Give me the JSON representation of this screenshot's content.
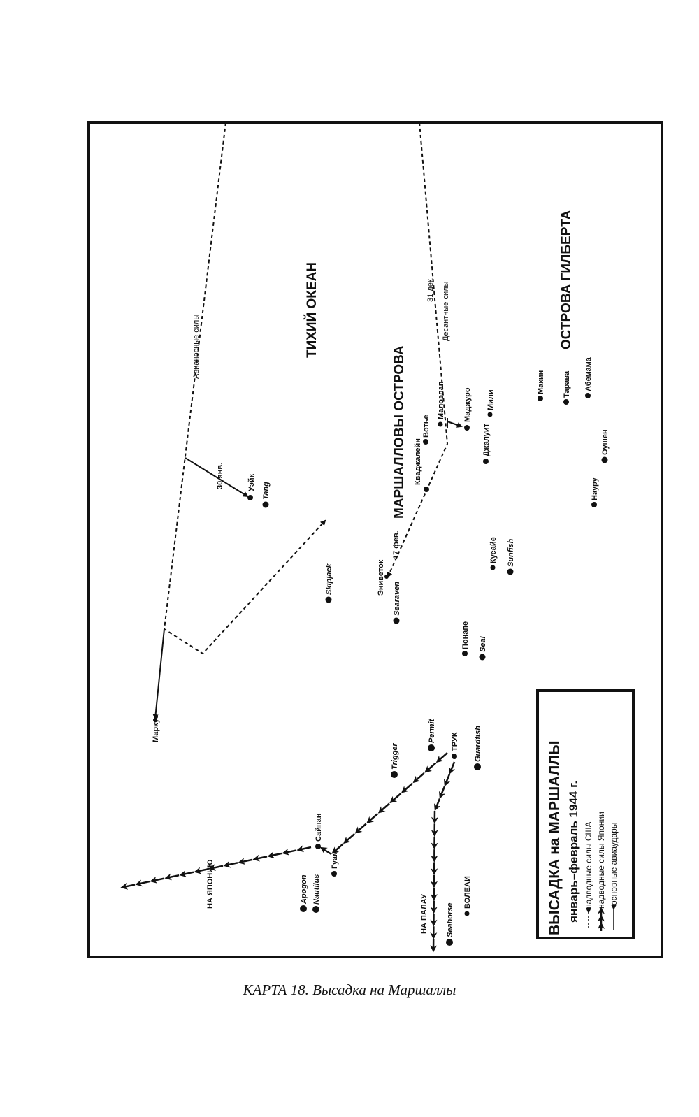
{
  "map": {
    "ocean": "ТИХИЙ ОКЕАН",
    "marshalls": "МАРШАЛЛОВЫ ОСТРОВА",
    "gilberts": "ОСТРОВА ГИЛБЕРТА",
    "carrier_forces": "Авианосные силы",
    "carrier_date": "30 янв.",
    "landing_forces": "Десантные силы",
    "landing_date": "31 дек.",
    "eniwetok_date": "17 фев.",
    "to_japan": "НА ЯПОНИЮ",
    "to_palau": "НА ПАЛАУ",
    "places": {
      "wake": "Уэйк",
      "marcus": "Маркус",
      "eniwetok": "Эниветок",
      "kwajalein": "Кваджалейн",
      "wotje": "Вотье",
      "maloelap": "Малоэлап",
      "majuro": "Маджуро",
      "jaluit": "Джалуит",
      "mili": "Мили",
      "makin": "Макин",
      "tarawa": "Тарава",
      "abemama": "Абемама",
      "ocean_island": "Оушен",
      "nauru": "Науру",
      "kusaie": "Кусайе",
      "ponape": "Понапе",
      "truk": "ТРУК",
      "saipan": "Сайпан",
      "guam": "Гуам",
      "woleai": "ВОЛЕАИ"
    },
    "submarines": {
      "tang": "Tang",
      "skipjack": "Skipjack",
      "searaven": "Searaven",
      "sunfish": "Sunfish",
      "seal": "Seal",
      "trigger": "Trigger",
      "permit": "Permit",
      "guardfish": "Guardfish",
      "apogon": "Apogon",
      "nautilus": "Nautilus",
      "seahorse": "Seahorse"
    }
  },
  "legend": {
    "title": "ВЫСАДКА на МАРШАЛЛЫ",
    "subtitle": "январь–февраль 1944 г.",
    "items": [
      "надводные силы США",
      "надводные силы Японии",
      "основные авиаудары"
    ]
  },
  "caption": "КАРТА 18. Высадка на Маршаллы"
}
